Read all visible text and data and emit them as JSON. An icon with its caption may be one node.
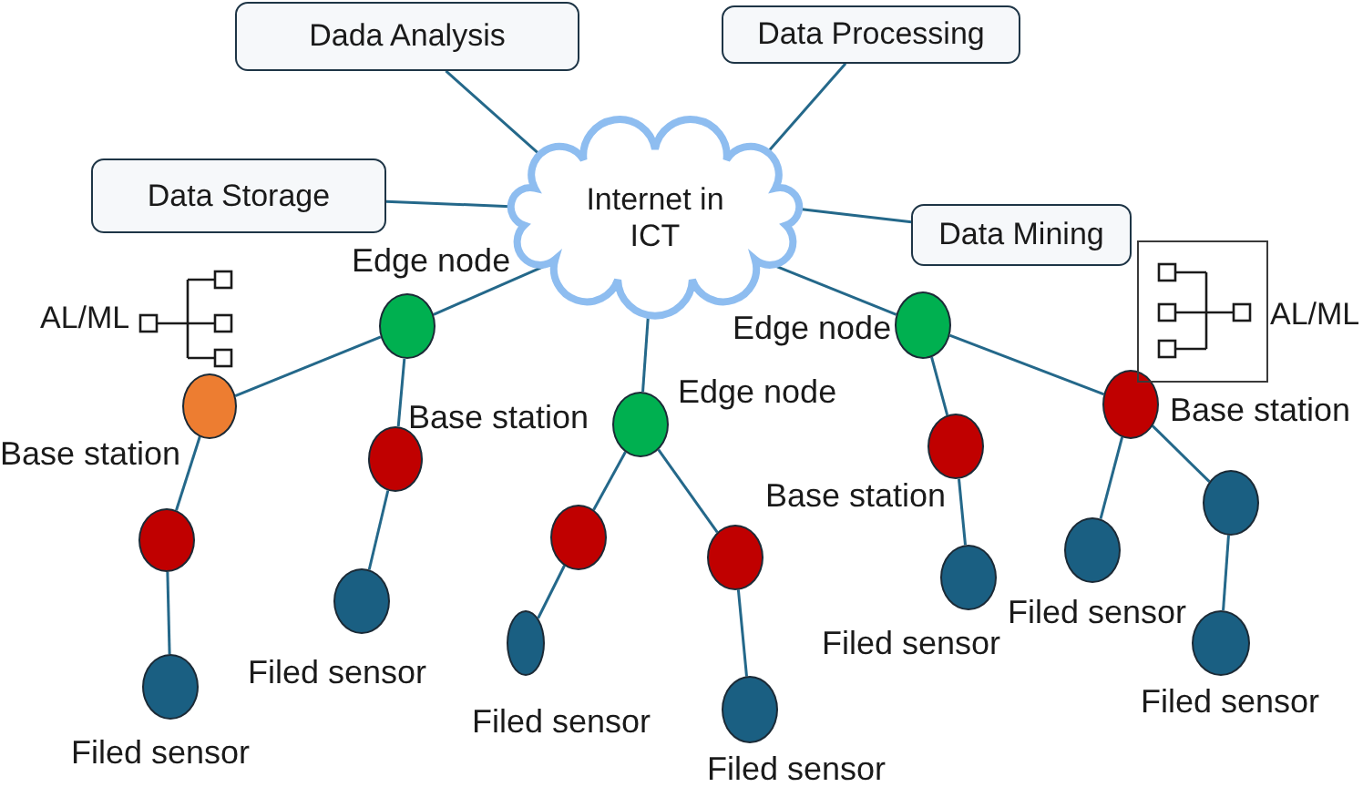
{
  "diagram": {
    "nodes": [
      {
        "text": [
          "Dada Analysis"
        ]
      },
      {
        "text": [
          "Data Processing"
        ]
      },
      {
        "text": [
          "Data Storage"
        ]
      },
      {
        "text": [
          "Internet in ICT"
        ]
      },
      {
        "text": [
          "Data Mining"
        ]
      },
      {
        "text": [],
        "shape": "circle",
        "beside": [
          "Edge node"
        ]
      },
      {
        "text": [],
        "shape": "circle",
        "beside": [
          "Base station"
        ]
      },
      {
        "text": [],
        "shape": "circle"
      },
      {
        "text": [],
        "shape": "circle",
        "beside": [
          "Filed sensor"
        ]
      },
      {
        "text": [],
        "shape": "circle",
        "beside": [
          "Base station"
        ]
      },
      {
        "text": [],
        "shape": "circle",
        "beside": [
          "Filed sensor"
        ]
      },
      {
        "text": [],
        "shape": "circle",
        "beside": [
          "Edge node"
        ]
      },
      {
        "text": [],
        "shape": "circle"
      },
      {
        "text": [],
        "shape": "circle",
        "beside": [
          "Filed sensor"
        ]
      },
      {
        "text": [],
        "shape": "circle"
      },
      {
        "text": [],
        "shape": "circle",
        "beside": [
          "Filed sensor"
        ]
      },
      {
        "text": [],
        "shape": "circle",
        "beside": [
          "Edge node"
        ]
      },
      {
        "text": [],
        "shape": "circle",
        "beside": [
          "Base station"
        ]
      },
      {
        "text": [],
        "shape": "circle",
        "beside": [
          "Filed sensor"
        ]
      },
      {
        "text": [],
        "shape": "circle",
        "beside": [
          "Base station"
        ]
      },
      {
        "text": [],
        "shape": "circle",
        "beside": [
          "Filed sensor"
        ]
      },
      {
        "text": [],
        "shape": "circle"
      },
      {
        "text": [],
        "shape": "circle",
        "beside": [
          "Filed sensor"
        ]
      }
    ],
    "edges": [
      {
        "from": 3,
        "to": 0,
        "arrow": "none"
      },
      {
        "from": 3,
        "to": 1,
        "arrow": "none"
      },
      {
        "from": 3,
        "to": 2,
        "arrow": "none"
      },
      {
        "from": 3,
        "to": 4,
        "arrow": "none"
      },
      {
        "from": 3,
        "to": 5,
        "arrow": "none"
      },
      {
        "from": 3,
        "to": 11,
        "arrow": "none"
      },
      {
        "from": 3,
        "to": 16,
        "arrow": "none"
      },
      {
        "from": 5,
        "to": 6,
        "arrow": "none"
      },
      {
        "from": 5,
        "to": 9,
        "arrow": "none"
      },
      {
        "from": 6,
        "to": 7,
        "arrow": "none"
      },
      {
        "from": 7,
        "to": 8,
        "arrow": "none"
      },
      {
        "from": 9,
        "to": 10,
        "arrow": "none"
      },
      {
        "from": 11,
        "to": 12,
        "arrow": "none"
      },
      {
        "from": 12,
        "to": 13,
        "arrow": "none"
      },
      {
        "from": 11,
        "to": 14,
        "arrow": "none"
      },
      {
        "from": 14,
        "to": 15,
        "arrow": "none"
      },
      {
        "from": 16,
        "to": 17,
        "arrow": "none"
      },
      {
        "from": 16,
        "to": 19,
        "arrow": "none"
      },
      {
        "from": 17,
        "to": 18,
        "arrow": "none"
      },
      {
        "from": 19,
        "to": 20,
        "arrow": "none"
      },
      {
        "from": 19,
        "to": 21,
        "arrow": "none"
      },
      {
        "from": 21,
        "to": 22,
        "arrow": "none"
      }
    ],
    "labels": [
      "AL/ML",
      "AL/ML"
    ]
  }
}
